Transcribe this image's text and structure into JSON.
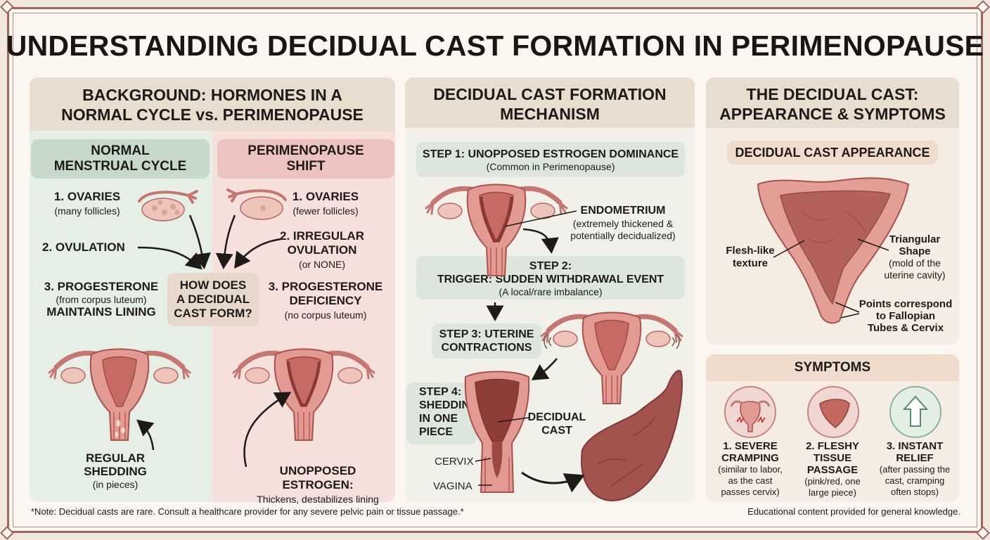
{
  "title": "UNDERSTANDING DECIDUAL CAST FORMATION IN PERIMENOPAUSE",
  "background": {
    "heading": "BACKGROUND: HORMONES IN A NORMAL CYCLE vs. PERIMENOPAUSE",
    "heading_line1": "BACKGROUND: HORMONES IN A",
    "heading_line2": "NORMAL CYCLE vs. PERIMENOPAUSE",
    "normal": {
      "title1": "NORMAL",
      "title2": "MENSTRUAL CYCLE",
      "step1_title": "1. OVARIES",
      "step1_sub": "(many follicles)",
      "step2_title": "2. OVULATION",
      "step3_title": "3. PROGESTERONE",
      "step3_sub": "(from corpus luteum)",
      "step3_title2": "MAINTAINS LINING",
      "shed_title1": "REGULAR",
      "shed_title2": "SHEDDING",
      "shed_sub": "(in pieces)"
    },
    "center_question1": "HOW DOES",
    "center_question2": "A DECIDUAL",
    "center_question3": "CAST FORM?",
    "peri": {
      "title1": "PERIMENOPAUSE",
      "title2": "SHIFT",
      "step1_title": "1. OVARIES",
      "step1_sub": "(fewer follicles)",
      "step2_title1": "2. IRREGULAR",
      "step2_title2": "OVULATION",
      "step2_sub": "(or NONE)",
      "step3_title1": "3. PROGESTERONE",
      "step3_title2": "DEFICIENCY",
      "step3_sub": "(no corpus luteum)",
      "estrogen_title": "UNOPPOSED ESTROGEN:",
      "estrogen_sub": "Thickens, destabilizes lining"
    }
  },
  "mechanism": {
    "heading_line1": "DECIDUAL CAST FORMATION",
    "heading_line2": "MECHANISM",
    "step1_title": "STEP 1: UNOPPOSED ESTROGEN DOMINANCE",
    "step1_sub": "(Common in Perimenopause)",
    "endometrium_title": "ENDOMETRIUM",
    "endometrium_sub1": "(extremely thickened &",
    "endometrium_sub2": "potentially decidualized)",
    "step2_title1": "STEP 2:",
    "step2_title2": "TRIGGER: SUDDEN WITHDRAWAL EVENT",
    "step2_sub": "(A local/rare imbalance)",
    "step3_title1": "STEP 3: UTERINE",
    "step3_title2": "CONTRACTIONS",
    "step4_line1": "STEP 4:",
    "step4_line2": "SHEDDING",
    "step4_line3": "IN ONE",
    "step4_line4": "PIECE",
    "cast_label1": "DECIDUAL",
    "cast_label2": "CAST",
    "cervix_label": "CERVIX",
    "vagina_label": "VAGINA"
  },
  "appearance": {
    "heading_line1": "THE DECIDUAL CAST:",
    "heading_line2": "APPEARANCE & SYMPTOMS",
    "sub_heading": "DECIDUAL CAST APPEARANCE",
    "flesh1": "Flesh-like",
    "flesh2": "texture",
    "tri1": "Triangular",
    "tri2": "Shape",
    "tri3": "(mold of the",
    "tri4": "uterine cavity)",
    "points1": "Points correspond",
    "points2": "to Fallopian",
    "points3": "Tubes & Cervix"
  },
  "symptoms": {
    "heading": "SYMPTOMS",
    "items": [
      {
        "t1": "1. SEVERE",
        "t2": "CRAMPING",
        "d1": "(similar to labor,",
        "d2": "as the cast",
        "d3": "passes cervix)"
      },
      {
        "t1": "2. FLESHY",
        "t2": "TISSUE",
        "t3": "PASSAGE",
        "d1": "(pink/red, one",
        "d2": "large piece)"
      },
      {
        "t1": "3. INSTANT",
        "t2": "RELIEF",
        "d1": "(after passing the",
        "d2": "cast, cramping",
        "d3": "often stops)"
      }
    ]
  },
  "footer": {
    "note": "*Note: Decidual casts are rare. Consult a healthcare provider for any severe pelvic pain or tissue passage.*",
    "credit": "Educational content provided for general knowledge."
  },
  "colors": {
    "accent": "#c97c78",
    "normal_bg": "#e6efe6",
    "peri_bg": "#f5dcd8",
    "tissue": "#a3524e"
  }
}
